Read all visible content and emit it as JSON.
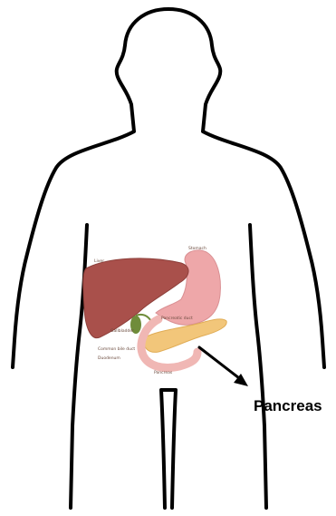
{
  "callout": {
    "label": "Pancreas"
  },
  "organ_labels": {
    "liver": "Liver",
    "stomach": "Stomach",
    "gallbladder": "Gallbladder",
    "bile_duct": "Common bile duct",
    "duodenum": "Duodenum",
    "pancreatic_duct": "Pancreatic duct",
    "pancreas_small": "Pancreas"
  },
  "colors": {
    "outline": "#000000",
    "liver": "#a9504b",
    "stomach": "#eea7a9",
    "pancreas": "#f2c67a",
    "duodenum": "#f0b7b4",
    "gallbladder": "#6f8c3a",
    "arrow": "#000000"
  }
}
